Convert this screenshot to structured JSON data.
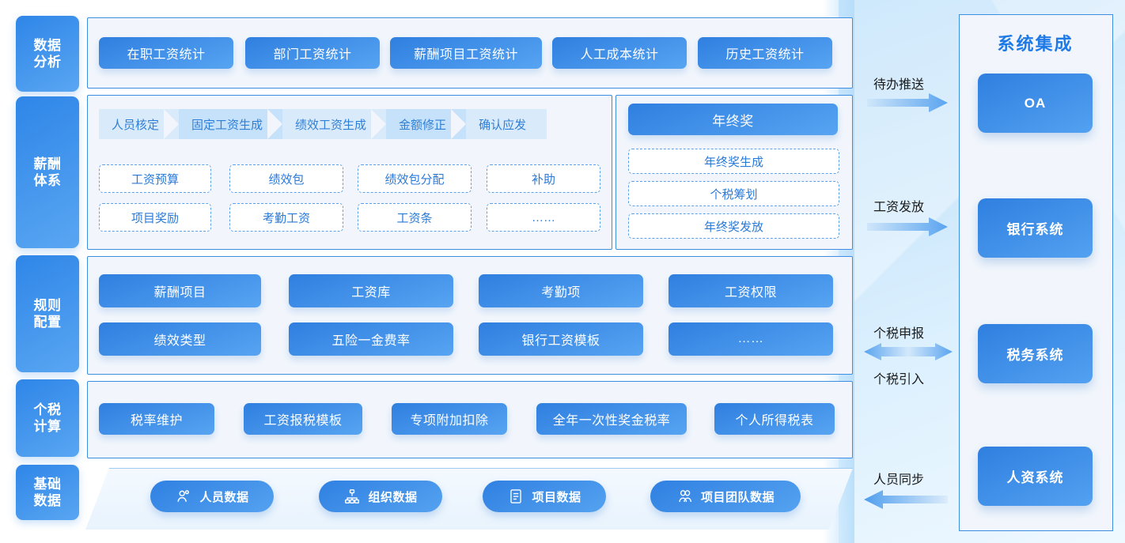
{
  "sidebar": {
    "items": [
      {
        "id": "data-analysis",
        "line1": "数据",
        "line2": "分析"
      },
      {
        "id": "salary-system",
        "line1": "薪酬",
        "line2": "体系"
      },
      {
        "id": "rule-config",
        "line1": "规则",
        "line2": "配置"
      },
      {
        "id": "tax-calc",
        "line1": "个税",
        "line2": "计算"
      },
      {
        "id": "basic-data",
        "line1": "基础",
        "line2": "数据"
      }
    ]
  },
  "data_analysis": {
    "buttons": [
      "在职工资统计",
      "部门工资统计",
      "薪酬项目工资统计",
      "人工成本统计",
      "历史工资统计"
    ]
  },
  "salary_system": {
    "flow": [
      "人员核定",
      "固定工资生成",
      "绩效工资生成",
      "金额修正",
      "确认应发"
    ],
    "tiles": [
      "工资预算",
      "绩效包",
      "绩效包分配",
      "补助",
      "项目奖励",
      "考勤工资",
      "工资条",
      "……"
    ],
    "bonus": {
      "header": "年终奖",
      "items": [
        "年终奖生成",
        "个税筹划",
        "年终奖发放"
      ]
    }
  },
  "rule_config": {
    "buttons": [
      "薪酬项目",
      "工资库",
      "考勤项",
      "工资权限",
      "绩效类型",
      "五险一金费率",
      "银行工资模板",
      "……"
    ]
  },
  "tax_calc": {
    "buttons": [
      "税率维护",
      "工资报税模板",
      "专项附加扣除",
      "全年一次性奖金税率",
      "个人所得税表"
    ]
  },
  "basic_data": {
    "pills": [
      {
        "label": "人员数据",
        "icon": "person-icon"
      },
      {
        "label": "组织数据",
        "icon": "org-tree-icon"
      },
      {
        "label": "项目数据",
        "icon": "document-icon"
      },
      {
        "label": "项目团队数据",
        "icon": "team-icon"
      }
    ]
  },
  "integration": {
    "title": "系统集成",
    "systems": [
      "OA",
      "银行系统",
      "税务系统",
      "人资系统"
    ],
    "connectors": [
      {
        "label": "待办推送",
        "direction": "right"
      },
      {
        "label": "工资发放",
        "direction": "right"
      },
      {
        "label": "个税申报",
        "direction": "both-top"
      },
      {
        "label": "个税引入",
        "direction": "both-bottom"
      },
      {
        "label": "人员同步",
        "direction": "left"
      }
    ]
  },
  "colors": {
    "accent": "#2f7fe0",
    "accent_light": "#57a4f2",
    "panel_bg": "#f2f6fc",
    "panel_border": "#3d8ee0",
    "text_blue": "#2a7ad8",
    "title_blue": "#1f7ae6"
  }
}
